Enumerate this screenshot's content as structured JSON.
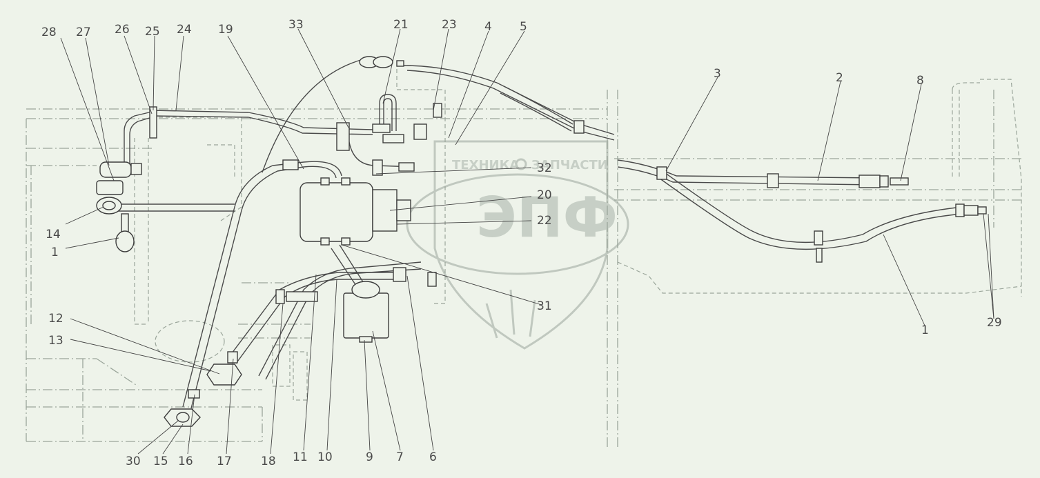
{
  "watermark": {
    "brand_left": "ТЕХНИКА",
    "brand_right": "ЗАПЧАСТИ",
    "logo": "ЭПФ"
  },
  "callouts": {
    "c28": "28",
    "c27": "27",
    "c26": "26",
    "c25": "25",
    "c24": "24",
    "c19": "19",
    "c33": "33",
    "c21": "21",
    "c23": "23",
    "c4": "4",
    "c5": "5",
    "c3": "3",
    "c2": "2",
    "c8": "8",
    "c32": "32",
    "c20": "20",
    "c22": "22",
    "c14": "14",
    "c1a": "1",
    "c12": "12",
    "c13": "13",
    "c31": "31",
    "c1b": "1",
    "c29": "29",
    "c30": "30",
    "c15": "15",
    "c16": "16",
    "c17": "17",
    "c18": "18",
    "c11": "11",
    "c10": "10",
    "c9": "9",
    "c7": "7",
    "c6": "6"
  }
}
